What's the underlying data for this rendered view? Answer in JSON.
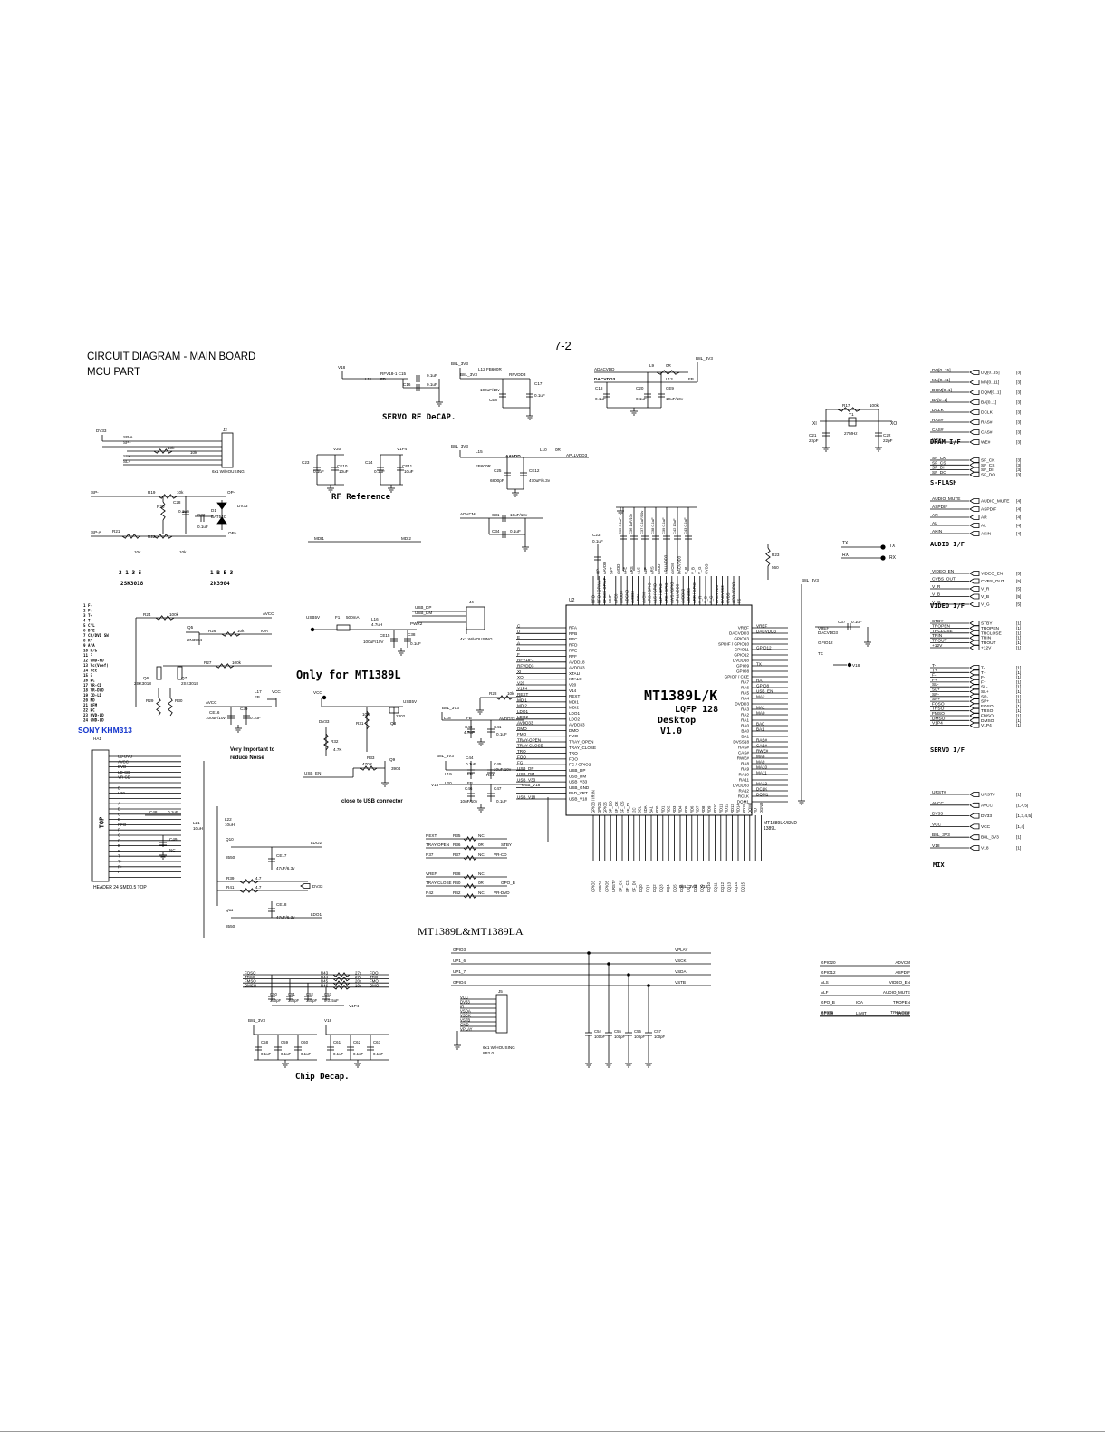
{
  "page": {
    "number": "7-2",
    "title_line1": "CIRCUIT DIAGRAM - MAIN BOARD",
    "title_line2": "MCU PART"
  },
  "sections": {
    "servo_rf_decap": "SERVO RF DeCAP.",
    "rf_reference": "RF Reference",
    "only_for": "Only for MT1389L",
    "chip_decap": "Chip Decap.",
    "mt_family": "MT1389L&MT1389LA",
    "dram_if": "DRAM I/F",
    "s_flash": "S-FLASH",
    "audio_if": "AUDIO I/F",
    "video_if": "VIDEO I/F",
    "servo_if": "SERVO I/F",
    "mix": "MIX",
    "sony": "SONY KHM313",
    "top": "TOP",
    "header": "HEADER 24 SMD0.5 TOP",
    "note_noise": "Very Important to reduce Noise",
    "note_usb": "close to USB connector"
  },
  "chip": {
    "name": "MT1389L/K",
    "package": "LQFP 128",
    "variant": "Desktop",
    "version": "V1.0",
    "ref": "U2",
    "part": "MT1389LK/SMD 1389L"
  },
  "transistors": {
    "t1_pins": "2    1    3    5",
    "t1_name": "2SK3018",
    "t2_pins": "1   B   E   3",
    "t2_name": "2N3904",
    "q5": "Q5",
    "q5_part": "2N3904",
    "q6": "Q6",
    "q6_part": "2SK3018",
    "q7": "Q7",
    "q7_part": "2SK3018",
    "q8": "Q8",
    "q8_part": "2302",
    "q9": "Q9",
    "q9_part": "3904",
    "q10": "Q10",
    "q10_part": "8550",
    "q11": "Q11",
    "q11_part": "8550"
  },
  "connectors": {
    "j2": "J2",
    "j2_desc": "6x1 W/HOUSING",
    "j4": "J4",
    "j4_desc": "4x1 W/HOUSING",
    "j5": "J5",
    "j5_desc": "6x1 W/HOUSING",
    "j5_pitch": "8P2.0",
    "ha1": "HA1"
  },
  "crystal": {
    "ref": "Y1",
    "value": "27MHz",
    "r17": "R17",
    "r17_val": "100k",
    "xi": "XI",
    "xo": "XO",
    "c21": "C21",
    "c21_val": "22pF",
    "c22": "C22",
    "c22_val": "22pF"
  },
  "servo_rf": {
    "v18": "V18",
    "fb_label": "RFV18-1 C15",
    "c15": "0.1uF",
    "c16": "C16",
    "c16_val": "0.1uF",
    "l11": "L11",
    "fb": "FB",
    "b8l": "B8L_3V3",
    "l12": "L12 FB600R",
    "rfvdd3": "RFVDD3",
    "ce8": "CE8",
    "ce8_val": "100uF/10v",
    "c17": "C17",
    "c17_val": "0.1uF",
    "adacvdd": "ADACVDD",
    "dacvdd3": "DACVDD3",
    "l9": "L9",
    "l9_val": "0R",
    "l13": "L13",
    "c18": "C18",
    "c18_val": "0.1uF",
    "c20": "C20",
    "c20_val": "0.1uF",
    "ce9": "CE9",
    "ce9_val": "10uF/10v"
  },
  "rf_ref": {
    "v20": "V20",
    "v1p4": "V1P4",
    "c23": "C23",
    "c23_val": "0.1uF",
    "ce10": "CE10",
    "ce10_val": "10uF",
    "c24": "C24",
    "c24_val": "0.1uF",
    "ce11": "CE11",
    "ce11_val": "10uF",
    "l15": "L15",
    "l15_val": "FB600R",
    "aavdd": "AAVDD",
    "l10": "L10",
    "l10_val": "0R",
    "apllvdd": "APLLVDD3",
    "c25": "C25",
    "c25_val": "6800pF",
    "ce12": "CE12",
    "ce12_val": "470uF/6.3v",
    "advcm": "ADVCM",
    "c31": "C31",
    "c31_val": "10uF/10v",
    "c34": "C34",
    "c34_val": "0.1uF",
    "mdi1": "MDI1",
    "mdi2": "MDI2"
  },
  "left_sp": {
    "dv33": "DV33",
    "sp_a": "SP-A",
    "sp_plus": "SP+",
    "sl_minus": "SL-",
    "sl_plus": "SL+",
    "r_10k": "10k",
    "r_10k_b": "10k",
    "sp_minus": "SP-",
    "r19": "R19",
    "r20": "R20",
    "c28": "C28",
    "c28_val": "0.1uF",
    "d1": "D1",
    "d1_part": "BAT54C",
    "op_minus": "OP-",
    "op_plus": "OP+",
    "c32": "C32",
    "c32_val": "0.1uF",
    "r21": "R21",
    "r22": "R22",
    "dv33b": "DV33",
    "r24": "R24",
    "r24_val": "100k",
    "avcc": "AVCC",
    "r26": "R26",
    "r26_val": "10k",
    "ioa": "IOA",
    "r27": "R27",
    "r27_val": "100k",
    "r29": "R29",
    "r30": "R30",
    "ce16": "CE16",
    "ce16_val": "100uF/10v",
    "l17": "L17",
    "l17_val": "FB",
    "c39": "C39",
    "c39_val": "0.1uF",
    "vcc": "VCC"
  },
  "sony_pins": [
    "1   F-",
    "2   F+",
    "3   T+",
    "4   T-",
    "5   C/L",
    "6   D/E",
    "7   CD/DVD SW",
    "8   RF",
    "9   A/A",
    "10  B/b",
    "11  F",
    "12  GND-PD",
    "13  Vc(Vref)",
    "14  Vcc",
    "15  E",
    "16  NC",
    "17  VR-CD",
    "18  VR-DVD",
    "19  CD-LD",
    "20  MD",
    "21  RFM",
    "22  NC",
    "23  DVD-LD",
    "24  GND-LD"
  ],
  "usb": {
    "usb5v": "USB5V",
    "f1": "F1",
    "f1_val": "500mA",
    "l16": "L16",
    "l16_val": "4.7uH",
    "ce15": "CE15",
    "ce15_val": "100uF/10V",
    "c38": "C38",
    "c38_val": "0.1uF",
    "usb_dp": "USB_DP",
    "usb_dm": "USB_DM",
    "pwr2": "PWR2",
    "vcc": "VCC",
    "dv33": "DV33",
    "r31": "R31",
    "r31_val": "10K",
    "r32": "R32",
    "r32_val": "4.7K",
    "r33": "R33",
    "r33_val": "470R",
    "usb_en": "USB_EN",
    "usb5v_b": "USB5V"
  },
  "ldo": {
    "l21": "L21",
    "l21_val": "10uH",
    "l22": "L22",
    "l22_val": "10uH",
    "c49": "C49",
    "c49_val": "NC",
    "ce17": "CE17",
    "ce17_val": "47uF/6.3v",
    "ldo2": "LDO2",
    "r39": "R39",
    "r39_val": "4.7",
    "r41": "R41",
    "r41_val": "4.7",
    "dv33": "DV33",
    "ce18": "CE18",
    "ce18_val": "47uF/6.3v",
    "ldo1": "LDO1",
    "c48": "C48",
    "c48_val": "0.1uF"
  },
  "ha1_pins": [
    "LD-DVD",
    "AVCC",
    "DVD",
    "LD-CD",
    "VR-CD",
    "",
    "E",
    "V20",
    "",
    "A",
    "B",
    "C",
    "D",
    "RFO",
    "F",
    "C",
    "D",
    "E",
    "F",
    "T-",
    "T+",
    "F+",
    "F-",
    ""
  ],
  "mid_left": {
    "b8l": "B8L_3V3",
    "l18": "L18",
    "l18_val": "FB",
    "c40": "C40",
    "c40_val": "4.7uF",
    "c41": "C41",
    "c41_val": "0.1uF",
    "avdd33": "AVDD33",
    "r28": "R28",
    "r28_val": "10k",
    "c44": "C44",
    "c44_val": "0.1uF",
    "c45": "C45",
    "c45_val": "10uF/10v",
    "l19": "L19",
    "l19_val": "FB",
    "r34": "R34",
    "v18": "V18",
    "l20": "L20",
    "l20_val": "FB",
    "c46": "C46",
    "c46_val": "10uF/10v",
    "c47": "C47",
    "c47_val": "0.1uF",
    "usb_v18": "USB_V18"
  },
  "chip_left_pins": [
    "RFA",
    "RFB",
    "RFC",
    "RFD",
    "RFE",
    "RFF",
    "AVDD18",
    "AVDD33",
    "XTALI",
    "XTALO",
    "V20",
    "V14",
    "REXT",
    "MDI1",
    "MDI2",
    "LDO1",
    "LDO2",
    "AVDD33",
    "DMO",
    "FMO",
    "TRAY_OPEN",
    "TRAY_CLOSE",
    "TRO",
    "FOO",
    "FG / GPIO2",
    "USB_DP",
    "USB_DM",
    "USB_V33",
    "USB_GND",
    "PAD_VRT",
    "USB_V18"
  ],
  "chip_left_nets": [
    "C",
    "D",
    "E",
    "A",
    "B",
    "F",
    "RFV18-1",
    "RFVDD3",
    "XI",
    "XO",
    "V20",
    "V1P4",
    "REXT",
    "MDI1",
    "MDI2",
    "LDO1",
    "LDO2",
    "AVDD33",
    "DMO",
    "FMO",
    "TRAY-OPEN",
    "TRAY-CLOSE",
    "TRO",
    "FOO",
    "FG",
    "USB_DP",
    "USB_DM",
    "USB_V33",
    "",
    "",
    "USB_V18"
  ],
  "chip_right_pins": [
    "VREF",
    "DACVDD3",
    "GPIO13",
    "SPDIF / GPIO10",
    "GPIO11",
    "GPIO12",
    "DVDD18",
    "GPIO9",
    "GPIO8",
    "GPIO7 / CKE",
    "RA7",
    "RA6",
    "RA5",
    "RA4",
    "DVDD3",
    "RA3",
    "RA2",
    "RA1",
    "RA0",
    "BA0",
    "BA1",
    "DVSS18",
    "RAS#",
    "CAS#",
    "RWE#",
    "RA8",
    "RA9",
    "RA10",
    "RA11",
    "DVDD33",
    "RA12",
    "RCLK",
    "DQM1"
  ],
  "chip_right_nets": [
    "VREF",
    "DACVDD3",
    "",
    "",
    "GPIO12",
    "",
    "",
    "TX",
    "",
    "",
    "RA",
    "GPIO8",
    "USB_EN",
    "MA2",
    "",
    "MA1",
    "MA0",
    "",
    "BA0",
    "BA1",
    "",
    "RAS#",
    "CAS#",
    "RWE#",
    "MA8",
    "MA9",
    "MA10",
    "MA11",
    "",
    "MA12",
    "DCLK",
    "DQM1",
    ""
  ],
  "chip_top_pins": [
    "RFO",
    "RFO / OPINN",
    "RFGC / OPINP",
    "SSIP",
    "AFE0",
    "AVDD3",
    "ADGND",
    "AVDD3",
    "ADIN",
    "AVCM",
    "ARS / GPIO",
    "ALS / GPIO",
    "ALF / GPIO",
    "ARS / GPIO",
    "AWS / GPIO",
    "APLLVDD3",
    "AVDD33",
    "AGND33",
    "ARR / GPIO",
    "V_R",
    "V_B",
    "V_G",
    "DACVDD3",
    "DACVSS3",
    "CVBS",
    "OPO / GPIO",
    "FS"
  ],
  "chip_bottom_pins": [
    "GPIO3 / IR IN",
    "GPIO4",
    "GPIO5",
    "SF_DO",
    "SF_CK",
    "SF_CS",
    "SF_DI",
    "I2C",
    "SCL",
    "SDA",
    "BA1",
    "RD0",
    "RD1",
    "RD2",
    "RD3",
    "RD4",
    "RD5",
    "RD6",
    "RD7",
    "RD8",
    "RD9",
    "RD10",
    "RD11",
    "RD12",
    "RD13",
    "RD14",
    "RD15",
    "DQM0",
    "RD",
    "DGND"
  ],
  "chip_bottom_nets": [
    "GPIO3",
    "GPIO4",
    "GPIO5",
    "URST#",
    "SF_CK",
    "SF_CS",
    "SF_DI",
    "DQ0",
    "DQ1",
    "DQ2",
    "DQ3",
    "DQ4",
    "DQ5",
    "DQ6",
    "DQ7",
    "DQ8",
    "DQ9",
    "DQ10",
    "DQ11",
    "DQ12",
    "DQ13",
    "DQ14",
    "DQ15"
  ],
  "chip_top_caps": [
    "C35 0.1uF",
    "C36 1uF/10v",
    "C37 0.1uF/10v",
    "C38 0.1uF",
    "C39 0.1uF",
    "C42 10uF",
    "C43 0.1uF"
  ],
  "chip_top_nets": [
    "OP-",
    "AAVDD",
    "SP+",
    "AVDD",
    "AFE",
    "ARS",
    "ALS",
    "ALF",
    "ARS",
    "AVDD",
    "APLLVDD3",
    "AVCM",
    "DACVDD3",
    "V_R",
    "V_B",
    "V_G",
    "CVBS"
  ],
  "c23b": "C23",
  "c23b_val": "0.1uF",
  "r23": "R23",
  "r23_val": "560",
  "b8l_top": "B8L_3V3",
  "ce13": "C33",
  "ce13_val": "1uF",
  "chip_right_misc": {
    "vref": "VREF",
    "c37": "C37",
    "c37_val": "0.1uF",
    "dacvdd3": "DACVDD3",
    "gpio12": "GPIO12",
    "tx": "TX",
    "v18": "V18",
    "b8l": "B8L_3V3",
    "v18b": "V18"
  },
  "tx_rx": {
    "tx": "TX",
    "rx": "RX",
    "tx_r": "TX",
    "rx_r": "RX"
  },
  "right_groups": {
    "dram": [
      {
        "left": "DQ[0..15]",
        "right": "DQ[0..15]",
        "page": "[3]"
      },
      {
        "left": "MA[0..11]",
        "right": "MA[0..11]",
        "page": "[3]"
      },
      {
        "left": "DQM[0..1]",
        "right": "DQM[0..1]",
        "page": "[3]"
      },
      {
        "left": "BA[0..1]",
        "right": "BA[0..1]",
        "page": "[3]"
      },
      {
        "left": "DCLK",
        "right": "DCLK",
        "page": "[3]"
      },
      {
        "left": "RAS#",
        "right": "RAS#",
        "page": "[3]"
      },
      {
        "left": "CAS#",
        "right": "CAS#",
        "page": "[3]"
      },
      {
        "left": "WE#",
        "right": "WE#",
        "page": "[3]"
      }
    ],
    "sflash": [
      {
        "left": "SF_CK",
        "right": "SF_CK",
        "page": "[3]"
      },
      {
        "left": "SF_CS",
        "right": "SF_CS",
        "page": "[3]"
      },
      {
        "left": "SF_DI",
        "right": "SF_DI",
        "page": "[3]"
      },
      {
        "left": "SF_DO",
        "right": "SF_DO",
        "page": "[3]"
      }
    ],
    "audio": [
      {
        "left": "AUDIO_MUTE",
        "right": "AUDIO_MUTE",
        "page": "[4]"
      },
      {
        "left": "ASPDIF",
        "right": "ASPDIF",
        "page": "[4]"
      },
      {
        "left": "AR",
        "right": "AR",
        "page": "[4]"
      },
      {
        "left": "AL",
        "right": "AL",
        "page": "[4]"
      },
      {
        "left": "AKIN",
        "right": "AKIN",
        "page": "[4]"
      }
    ],
    "video": [
      {
        "left": "VIDEO_EN",
        "right": "VIDEO_EN",
        "page": "[5]"
      },
      {
        "left": "CVBS_OUT",
        "right": "CVBS_OUT",
        "page": "[5]"
      },
      {
        "left": "V_R",
        "right": "V_R",
        "page": "[5]"
      },
      {
        "left": "V_B",
        "right": "V_B",
        "page": "[5]"
      },
      {
        "left": "V_G",
        "right": "V_G",
        "page": "[5]"
      }
    ],
    "servo_a": [
      {
        "left": "STBY",
        "right": "STBY",
        "page": "[1]"
      },
      {
        "left": "TROPEN",
        "right": "TROPEN",
        "page": "[1]"
      },
      {
        "left": "TRCLOSE",
        "right": "TRCLOSE",
        "page": "[1]"
      },
      {
        "left": "TRIN",
        "right": "TRIN",
        "page": "[1]"
      },
      {
        "left": "TROUT",
        "right": "TROUT",
        "page": "[1]"
      },
      {
        "left": "+12V",
        "right": "+12V",
        "page": "[1]"
      }
    ],
    "servo_b": [
      {
        "left": "T-",
        "right": "T-",
        "page": "[1]"
      },
      {
        "left": "T+",
        "right": "T+",
        "page": "[1]"
      },
      {
        "left": "F-",
        "right": "F-",
        "page": "[1]"
      },
      {
        "left": "F+",
        "right": "F+",
        "page": "[1]"
      },
      {
        "left": "SL-",
        "right": "SL-",
        "page": "[1]"
      },
      {
        "left": "SL+",
        "right": "SL+",
        "page": "[1]"
      },
      {
        "left": "SP-",
        "right": "SP-",
        "page": "[1]"
      },
      {
        "left": "SP+",
        "right": "SP+",
        "page": "[1]"
      },
      {
        "left": "FOSO",
        "right": "FOSO",
        "page": "[1]"
      },
      {
        "left": "TRSO",
        "right": "TRSO",
        "page": "[1]"
      },
      {
        "left": "FMSO",
        "right": "FMSO",
        "page": "[1]"
      },
      {
        "left": "DMSO",
        "right": "DMSO",
        "page": "[1]"
      },
      {
        "left": "V1P4",
        "right": "V1P4",
        "page": "[1]"
      }
    ],
    "mix": [
      {
        "left": "URST#",
        "right": "URST#",
        "page": "[1]"
      },
      {
        "left": "AVCC",
        "right": "AVCC",
        "page": "[1,4,5]"
      },
      {
        "left": "DV33",
        "right": "DV33",
        "page": "[1,3,4,5]"
      },
      {
        "left": "VCC",
        "right": "VCC",
        "page": "[1,4]"
      },
      {
        "left": "B8L_3V3",
        "right": "B8L_3V3",
        "page": "[1]"
      },
      {
        "left": "V18",
        "right": "V18",
        "page": "[1]"
      }
    ]
  },
  "servo_drv": {
    "rext": "REXT",
    "r35": "R35",
    "r35_val": "NC",
    "tray_open": "TRAY-OPEN",
    "r36": "R36",
    "r36_val": "0R",
    "stby": "STBY",
    "r37": "R37",
    "r37_val": "NC",
    "vr_cd": "VR-CD",
    "vref": "VREF",
    "r38": "R38",
    "r38_val": "NC",
    "tray_close": "TRAY-CLOSE",
    "r40": "R40",
    "r40_val": "0R",
    "gpo_b": "GPO_B",
    "r42": "R42",
    "r42_val": "NC",
    "vr_dvd": "VR-DVD",
    "b8l": "B8L_3V3",
    "v18": "V18"
  },
  "gpio_bus": {
    "rows": [
      {
        "left": "GPIO3",
        "right": "VPLAY"
      },
      {
        "left": "UP1_6",
        "right": "VSCK"
      },
      {
        "left": "UP1_7",
        "right": "VSDA"
      },
      {
        "left": "GPIO4",
        "right": "VSTB"
      }
    ],
    "j5_pins": [
      "VCC",
      "DV33",
      "IR",
      "VSDA",
      "VSCK",
      "VSTB",
      "GND",
      "VPLAY"
    ],
    "caps": [
      "C54",
      "100pF",
      "C55",
      "100pF",
      "C56",
      "100pF",
      "C57",
      "100pF"
    ]
  },
  "servo_out": {
    "rows": [
      {
        "net": "FOSO",
        "ref": "R43",
        "val": "27k",
        "out": "FOO"
      },
      {
        "net": "TRSO",
        "ref": "R44",
        "val": "27k",
        "out": "TRO"
      },
      {
        "net": "FMSO",
        "ref": "R45",
        "val": "20k",
        "out": "FMO"
      },
      {
        "net": "DMSO",
        "ref": "R46",
        "val": "10k",
        "out": "DMO"
      }
    ],
    "caps": [
      "C50",
      "330pF",
      "C51",
      "330pF",
      "C52",
      "330pF",
      "C53",
      "0.015uF"
    ],
    "v1p4": "V1P4"
  },
  "chip_decap": {
    "b8l": "B8L_3V3",
    "v18": "V18",
    "caps": [
      "C58",
      "0.1uF",
      "C59",
      "0.1uF",
      "C60",
      "0.1uF",
      "C61",
      "0.1uF",
      "C62",
      "0.1uF",
      "C63",
      "0.1uF"
    ]
  },
  "map_table": [
    {
      "a": "GPIO20",
      "b": "",
      "c": "ADVCM"
    },
    {
      "a": "GPIO12",
      "b": "",
      "c": "ASPDIF"
    },
    {
      "a": "ALS",
      "b": "",
      "c": "VIDEO_EN"
    },
    {
      "a": "ALF",
      "b": "",
      "c": "AUDIO_MUTE"
    },
    {
      "a": "GPO_B",
      "b": "IOA",
      "c": "TROPEN"
    },
    {
      "a": "GPIO6",
      "b": "",
      "c": "TRCLOSE"
    },
    {
      "a": "GPIO8",
      "b": "LIMIT",
      "c": "TROUT"
    }
  ]
}
